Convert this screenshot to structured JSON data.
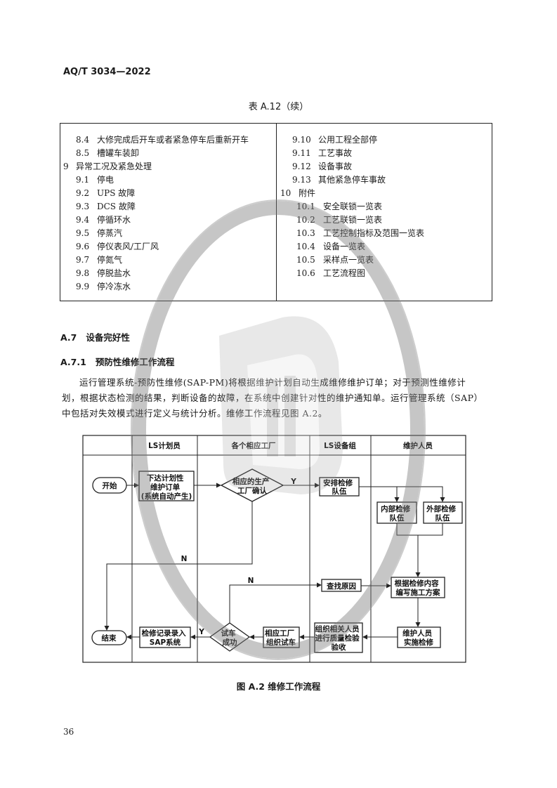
{
  "header": {
    "code": "AQ/T 3034—2022"
  },
  "table": {
    "title": "表 A.12（续）",
    "left": [
      {
        "num": "8.4",
        "text": "大修完成后开车或者紧急停车后重新开车"
      },
      {
        "num": "8.5",
        "text": "槽罐车装卸"
      },
      {
        "num": "9",
        "text": "异常工况及紧急处理"
      },
      {
        "num": "9.1",
        "text": "停电"
      },
      {
        "num": "9.2",
        "text": "UPS 故障"
      },
      {
        "num": "9.3",
        "text": "DCS 故障"
      },
      {
        "num": "9.4",
        "text": "停循环水"
      },
      {
        "num": "9.5",
        "text": "停蒸汽"
      },
      {
        "num": "9.6",
        "text": "停仪表风/工厂风"
      },
      {
        "num": "9.7",
        "text": "停氮气"
      },
      {
        "num": "9.8",
        "text": "停脱盐水"
      },
      {
        "num": "9.9",
        "text": "停冷冻水"
      }
    ],
    "right": [
      {
        "num": "9.10",
        "text": "公用工程全部停"
      },
      {
        "num": "9.11",
        "text": "工艺事故"
      },
      {
        "num": "9.12",
        "text": "设备事故"
      },
      {
        "num": "9.13",
        "text": "其他紧急停车事故"
      },
      {
        "num": "10",
        "text": "附件"
      },
      {
        "num": "10.1",
        "text": "安全联锁一览表"
      },
      {
        "num": "10.2",
        "text": "工艺联锁一览表"
      },
      {
        "num": "10.3",
        "text": "工艺控制指标及范围一览表"
      },
      {
        "num": "10.4",
        "text": "设备一览表"
      },
      {
        "num": "10.5",
        "text": "采样点一览表"
      },
      {
        "num": "10.6",
        "text": "工艺流程图"
      }
    ]
  },
  "section": {
    "num": "A.7",
    "title": "设备完好性"
  },
  "subsection": {
    "num": "A.7.1",
    "title": "预防性维修工作流程"
  },
  "paragraph": [
    "运行管理系统-预防性维修(SAP-PM)将根据维护计划自动生成维修维护订单；对于预测性维修计",
    "划，根据状态检测的结果，判断设备的故障，在系统中创建针对性的维护通知单。运行管理系统（SAP）",
    "中包括对失效模式进行定义与统计分析。维修工作流程见图 A.2。"
  ],
  "figure": {
    "lanes": [
      "LS计划员",
      "各个相应工厂",
      "LS设备组",
      "维护人员"
    ],
    "nodes": {
      "start": "开始",
      "issue_order": [
        "下达计划性",
        "维护订单",
        "(系统自动产生)"
      ],
      "confirm": [
        "相应的生产",
        "工厂确认"
      ],
      "arrange_team": [
        "安排检修",
        "队伍"
      ],
      "internal_team": [
        "内部检修",
        "队伍"
      ],
      "external_team": [
        "外部检修",
        "队伍"
      ],
      "find_cause": "查找原因",
      "write_plan": [
        "根据检修内容",
        "编写施工方案"
      ],
      "end": "结束",
      "record_sap": [
        "检修记录录入",
        "SAP系统"
      ],
      "test_success": [
        "试车",
        "成功"
      ],
      "factory_test": [
        "相应工厂",
        "组织试车"
      ],
      "quality_check": [
        "组织相关人员",
        "进行质量检验",
        "验收"
      ],
      "implement": [
        "维护人员",
        "实施检修"
      ]
    },
    "labels": {
      "yes_confirm": "Y",
      "no_confirm": "N",
      "no_test": "N",
      "yes_test": "Y"
    },
    "caption": "图 A.2  维修工作流程"
  },
  "page_number": "36"
}
